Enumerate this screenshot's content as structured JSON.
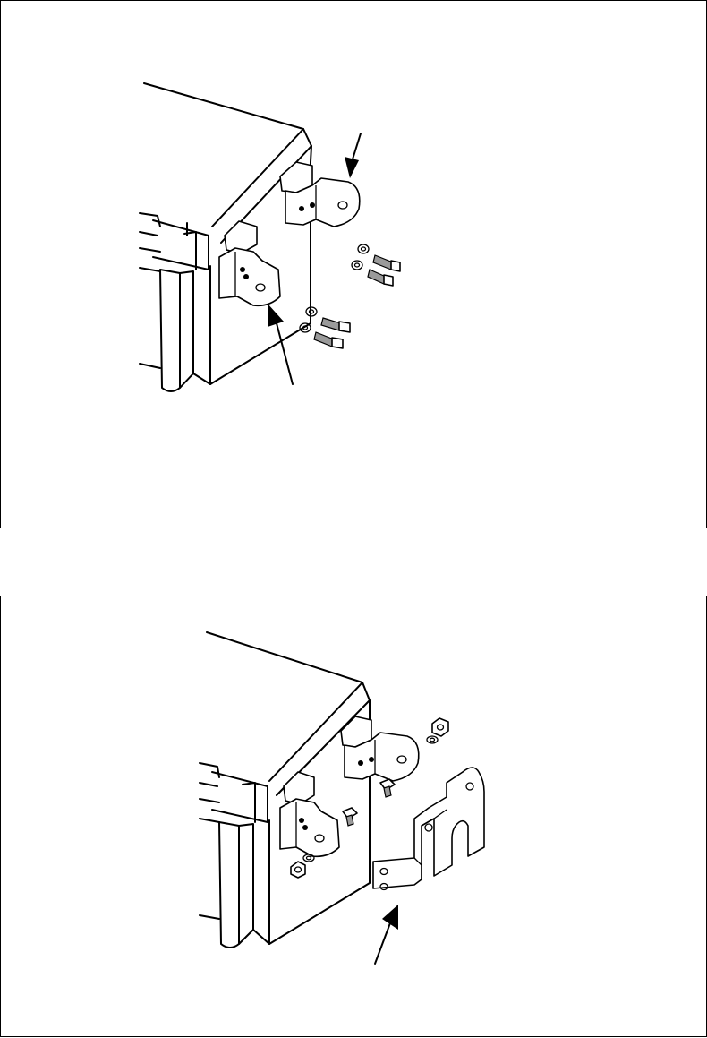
{
  "figures": [
    {
      "id": "top",
      "callouts": 2
    },
    {
      "id": "bottom",
      "callouts": 1
    }
  ],
  "colors": {
    "line": "#000000",
    "background": "#ffffff",
    "shade": "#cfcfcf"
  }
}
